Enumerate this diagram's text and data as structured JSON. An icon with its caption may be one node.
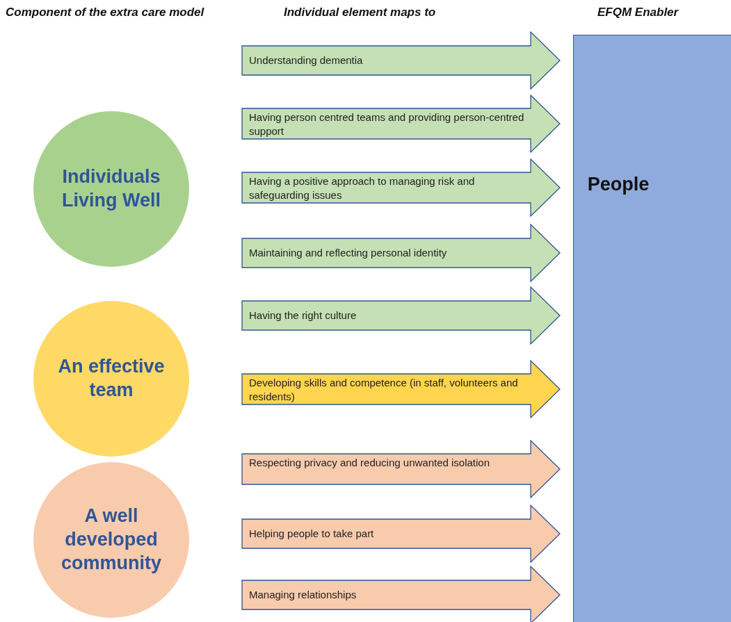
{
  "diagram": {
    "nodes": [
      {
        "text": [
          "Individuals Living Well"
        ]
      },
      {
        "text": [
          "An effective team"
        ]
      },
      {
        "text": [
          "A well developed community"
        ]
      },
      {
        "text": [
          "Understanding dementia"
        ]
      },
      {
        "text": [
          "Having person centred teams and providing person-centred support"
        ]
      },
      {
        "text": [
          "Having a positive approach to managing risk and safeguarding issues"
        ]
      },
      {
        "text": [
          "Maintaining and reflecting personal identity"
        ]
      },
      {
        "text": [
          "Having the right culture"
        ]
      },
      {
        "text": [
          "Developing skills and competence (in staff, volunteers and residents)"
        ]
      },
      {
        "text": [
          "Respecting privacy and reducing unwanted isolation"
        ]
      },
      {
        "text": [
          "Helping people to take part"
        ]
      },
      {
        "text": [
          "Managing relationships"
        ]
      },
      {
        "text": [
          "People"
        ]
      }
    ],
    "labels": [
      "Component of the extra care model",
      "Individual element maps to",
      "EFQM Enabler"
    ]
  }
}
